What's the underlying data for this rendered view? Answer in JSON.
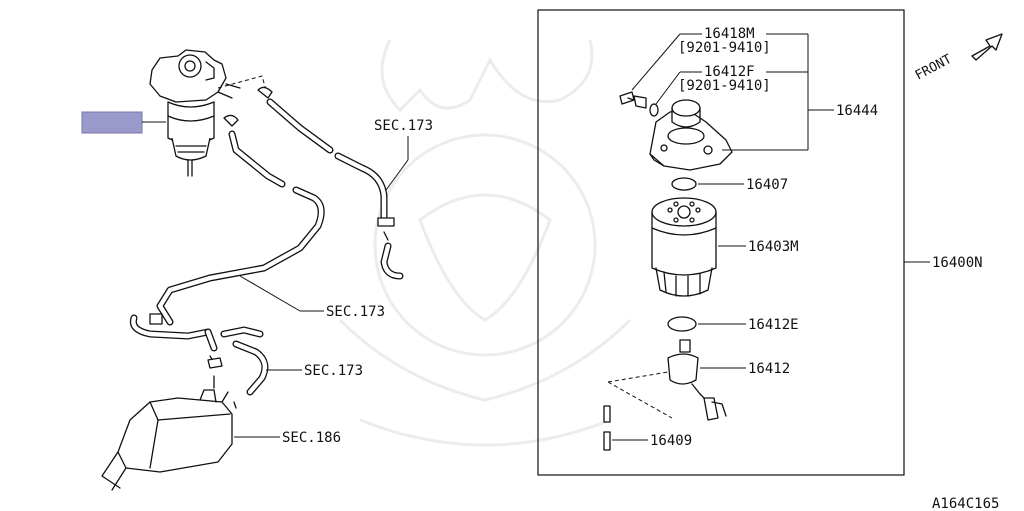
{
  "diagram": {
    "parts": {
      "p16418M": "16418M",
      "p16418M_range": "[9201-9410]",
      "p16412F": "16412F",
      "p16412F_range": "[9201-9410]",
      "p16444": "16444",
      "p16407": "16407",
      "p16403M": "16403M",
      "p16412E": "16412E",
      "p16412": "16412",
      "p16409": "16409",
      "p16400N": "16400N"
    },
    "sections": {
      "sec173_top": "SEC.173",
      "sec173_mid": "SEC.173",
      "sec173_low": "SEC.173",
      "sec186": "SEC.186"
    },
    "front_label": "FRONT",
    "figure_code": "A164C165",
    "highlight_color": "#9999cc"
  }
}
